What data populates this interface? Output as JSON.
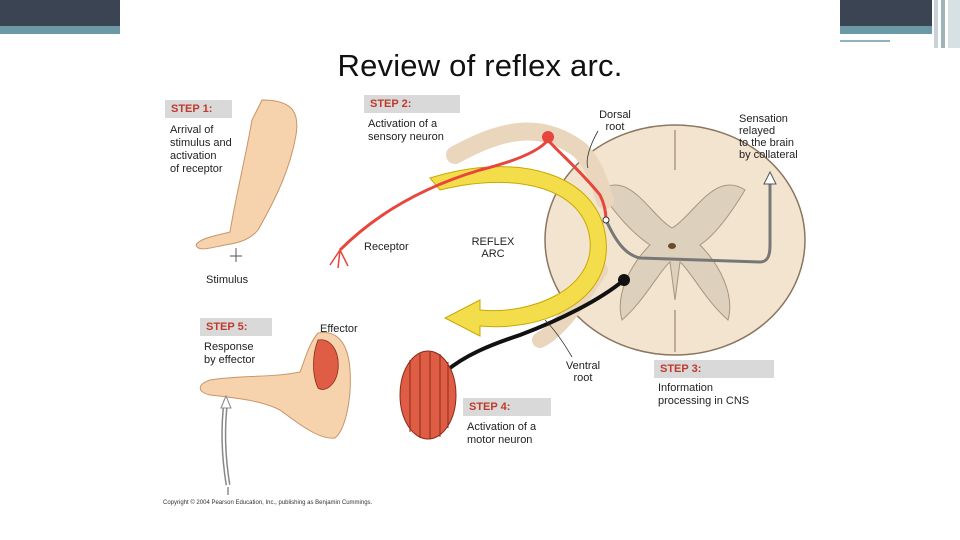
{
  "slide": {
    "title": "Review of reflex arc.",
    "colors": {
      "bar_dark": "#3b4452",
      "bar_teal": "#6b9aa6",
      "step_tag_bg": "#d9d9d9",
      "step_tag_text": "#c0392b",
      "sensory": "#e8453c",
      "motor": "#111111",
      "arrow": "#f3dd4a",
      "spinal": "#f3e4cf",
      "skin": "#f6d2ad"
    }
  },
  "steps": [
    {
      "tag": "STEP 1:",
      "text": "Arrival of\nstimulus and\nactivation\nof receptor"
    },
    {
      "tag": "STEP 2:",
      "text": "Activation of a\nsensory neuron"
    },
    {
      "tag": "STEP 3:",
      "text": "Information\nprocessing in CNS"
    },
    {
      "tag": "STEP 4:",
      "text": "Activation of a\nmotor neuron"
    },
    {
      "tag": "STEP 5:",
      "text": "Response\nby effector"
    }
  ],
  "labels": {
    "dorsal_root": "Dorsal\nroot",
    "sensation": "Sensation\nrelayed\nto the brain\nby collateral",
    "receptor": "Receptor",
    "reflex_arc": "REFLEX\nARC",
    "stimulus": "Stimulus",
    "effector": "Effector",
    "ventral_root": "Ventral\nroot"
  },
  "copyright": "Copyright © 2004 Pearson Education, Inc., publishing as Benjamin Cummings."
}
